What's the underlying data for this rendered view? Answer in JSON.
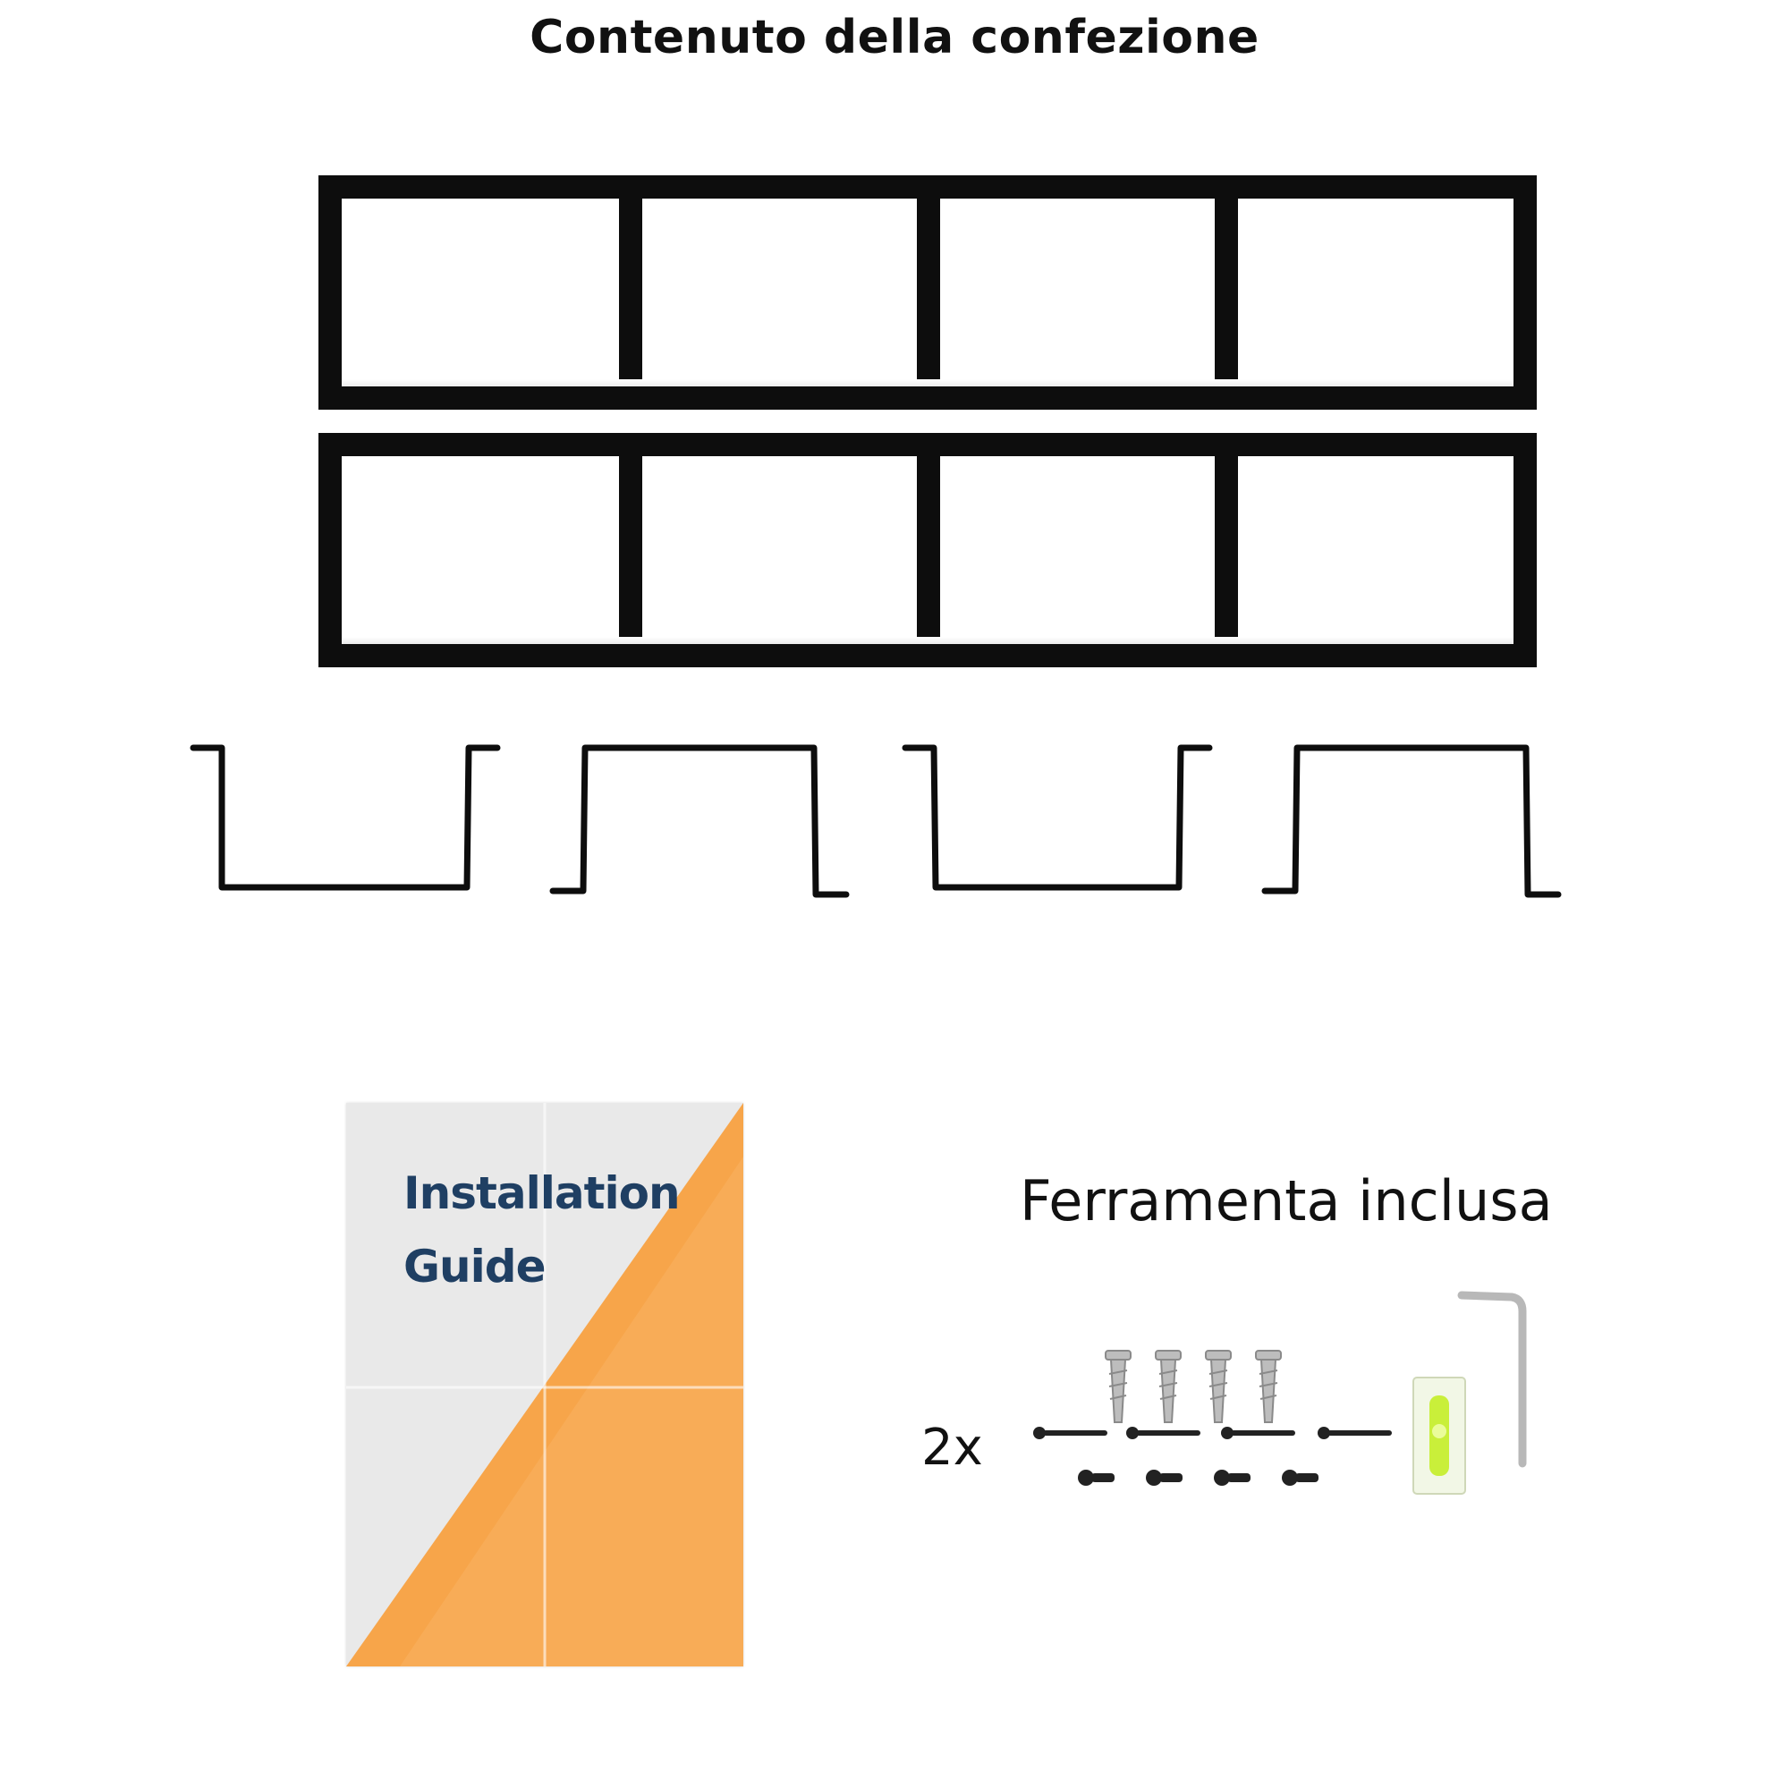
{
  "page": {
    "title": "Contenuto della confezione"
  },
  "guide": {
    "line1": "Installation",
    "line2": "Guide",
    "text_color": "#1f3f63",
    "accent_color": "#f7a54a"
  },
  "hardware": {
    "label": "Ferramenta inclusa",
    "quantity": "2x",
    "items": [
      "wall-anchor",
      "long-screw",
      "short-screw",
      "bubble-level",
      "allen-key"
    ]
  },
  "colors": {
    "metal": "#0d0d0d",
    "background": "#ffffff"
  }
}
